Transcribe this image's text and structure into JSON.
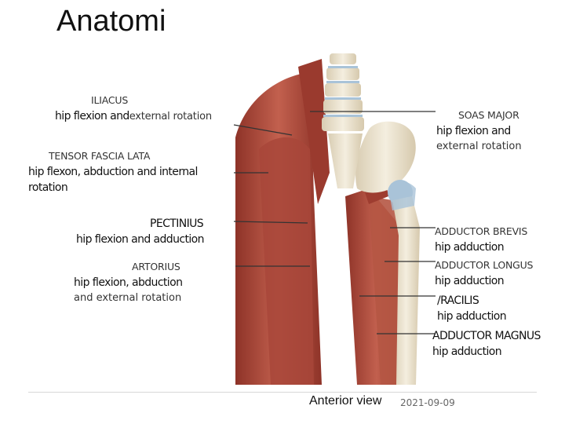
{
  "title": "Anatomi",
  "labels": {
    "iliacus": {
      "name": "ILIACUS",
      "desc": "hip flexion and",
      "desc_cont": "external rotation"
    },
    "psoas_major": {
      "name": "SOAS MAJOR",
      "desc1": "hip flexion and",
      "desc2": "external rotation"
    },
    "tensor_fascia_lata": {
      "name": "TENSOR FASCIA LATA",
      "desc1": "hip flexon, abduction and internal",
      "desc2": "rotation"
    },
    "pectinius": {
      "name": "PECTINIUS",
      "desc": "hip flexion and adduction"
    },
    "sartorius": {
      "name": "ARTORIUS",
      "desc1": "hip flexion, abduction",
      "desc2": "and external rotation"
    },
    "adductor_brevis": {
      "name": "ADDUCTOR BREVIS",
      "desc": "hip adduction"
    },
    "adductor_longus": {
      "name": "ADDUCTOR LONGUS",
      "desc": "hip adduction"
    },
    "gracilis": {
      "name": "/RACILIS",
      "desc": "hip adduction"
    },
    "adductor_magnus": {
      "name": "ADDUCTOR MAGNUS",
      "desc": "hip adduction"
    }
  },
  "caption": "Anterior view",
  "date": "2021-09-09",
  "colors": {
    "muscle": "#b04a3c",
    "muscle_light": "#d07a66",
    "bone": "#ece3cf",
    "cartilage": "#a9c3d8"
  }
}
